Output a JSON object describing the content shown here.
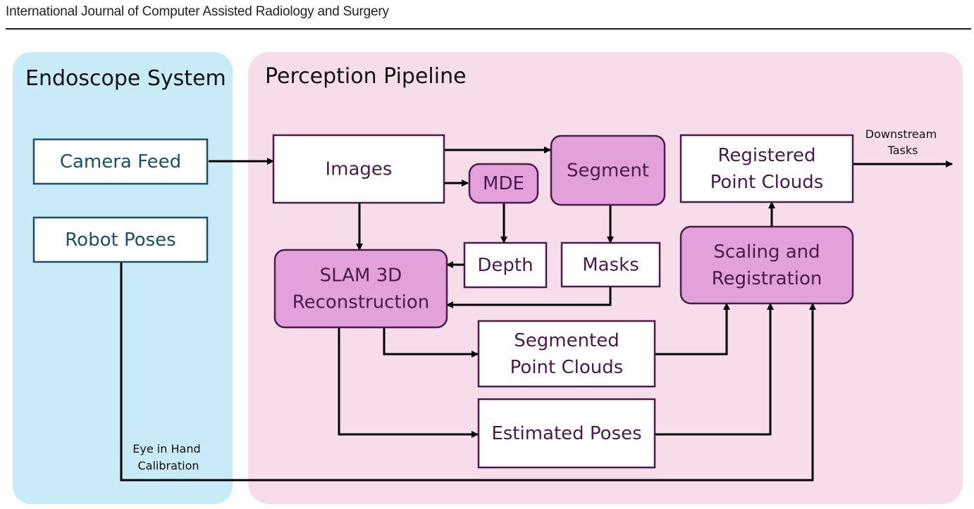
{
  "header": {
    "journal_title": "International Journal of Computer Assisted Radiology and Surgery"
  },
  "colors": {
    "endoscope_panel": "#c9ebf8",
    "pipeline_panel": "#f7dde9",
    "process_fill": "#e3a1dc",
    "data_fill": "#ffffff",
    "endoscope_border": "#1b4f63",
    "endoscope_text": "#1b4f63",
    "pipeline_border": "#4a1a4a",
    "pipeline_text": "#4a1a4a"
  },
  "panels": {
    "endoscope": {
      "title": "Endoscope System"
    },
    "pipeline": {
      "title": "Perception Pipeline"
    }
  },
  "nodes": {
    "camera_feed": {
      "lines": [
        "Camera Feed"
      ]
    },
    "robot_poses": {
      "lines": [
        "Robot Poses"
      ]
    },
    "images": {
      "lines": [
        "Images"
      ]
    },
    "mde": {
      "lines": [
        "MDE"
      ]
    },
    "segment": {
      "lines": [
        "Segment"
      ]
    },
    "registered_clouds": {
      "lines": [
        "Registered",
        "Point Clouds"
      ]
    },
    "depth": {
      "lines": [
        "Depth"
      ]
    },
    "masks": {
      "lines": [
        "Masks"
      ]
    },
    "slam": {
      "lines": [
        "SLAM 3D",
        "Reconstruction"
      ]
    },
    "scaling": {
      "lines": [
        "Scaling and",
        "Registration"
      ]
    },
    "segmented_clouds": {
      "lines": [
        "Segmented",
        "Point Clouds"
      ]
    },
    "estimated_poses": {
      "lines": [
        "Estimated Poses"
      ]
    }
  },
  "edge_labels": {
    "downstream": [
      "Downstream",
      "Tasks"
    ],
    "eye_in_hand": [
      "Eye in Hand",
      "Calibration"
    ]
  }
}
